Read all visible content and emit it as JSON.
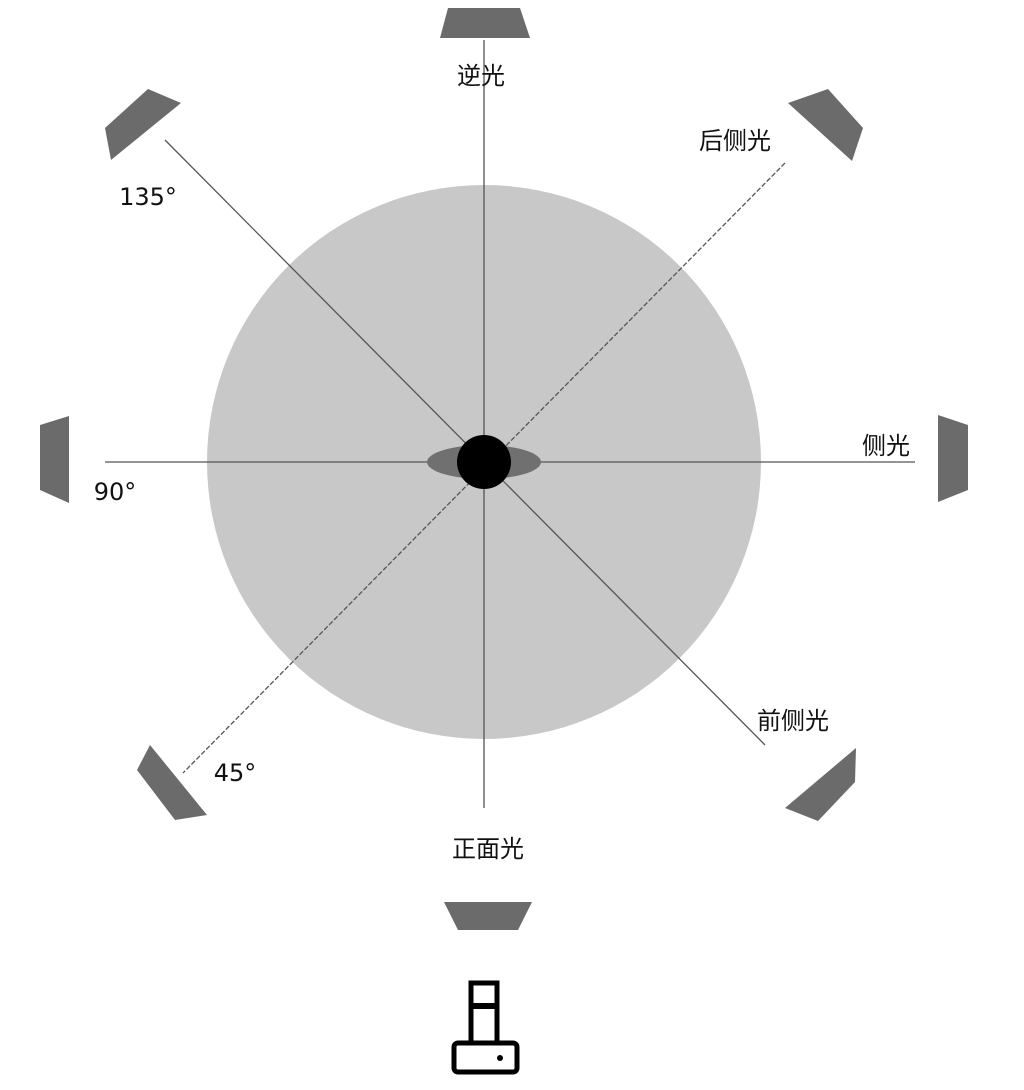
{
  "labels": {
    "back": "逆光",
    "back_side": "后侧光",
    "angle_135": "135°",
    "side": "侧光",
    "angle_90": "90°",
    "angle_45": "45°",
    "front_side": "前侧光",
    "front": "正面光"
  },
  "colors": {
    "stage": "#c8c8c8",
    "light": "#6b6b6b",
    "subject": "#000000",
    "shadow": "#707070"
  },
  "icons": {
    "camera": "camera-icon",
    "light": "light-icon",
    "subject": "subject-icon"
  }
}
